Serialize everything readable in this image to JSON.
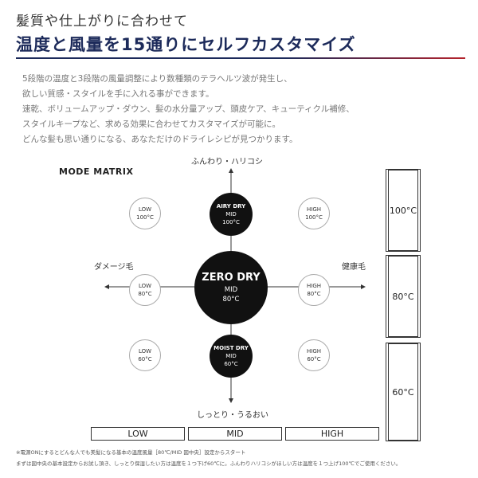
{
  "header": {
    "subtitle": "髪質や仕上がりに合わせて",
    "title": "温度と風量を15通りにセルフカスタマイズ"
  },
  "description": [
    "5段階の温度と3段階の風量調整により数種類のテラヘルツ波が発生し、",
    "欲しい質感・スタイルを手に入れる事ができます。",
    "速乾、ボリュームアップ・ダウン、髪の水分量アップ、頭皮ケア、キューティクル補修、",
    "スタイルキープなど、求める効果に合わせてカスタマイズが可能に。",
    "どんな髪も思い通りになる、あなただけのドライレシピが見つかります。"
  ],
  "matrix": {
    "label": "MODE MATRIX",
    "axis_top": "ふんわり・ハリコシ",
    "axis_bottom": "しっとり・うるおい",
    "axis_left": "ダメージ毛",
    "axis_right": "健康毛",
    "center": {
      "title": "ZERO DRY",
      "line1": "MID",
      "line2": "80°C"
    },
    "top": {
      "title": "AIRY DRY",
      "line1": "MID",
      "line2": "100°C"
    },
    "bottom": {
      "title": "MOIST DRY",
      "line1": "MID",
      "line2": "60°C"
    },
    "top_left": {
      "line1": "LOW",
      "line2": "100°C"
    },
    "top_right": {
      "line1": "HIGH",
      "line2": "100°C"
    },
    "mid_left": {
      "line1": "LOW",
      "line2": "80°C"
    },
    "mid_right": {
      "line1": "HIGH",
      "line2": "80°C"
    },
    "bottom_left": {
      "line1": "LOW",
      "line2": "60°C"
    },
    "bottom_right": {
      "line1": "HIGH",
      "line2": "60°C"
    }
  },
  "temperatures": [
    "100°C",
    "80°C",
    "60°C"
  ],
  "airflow": [
    "LOW",
    "MID",
    "HIGH"
  ],
  "notes": [
    "※電源ONにするとどんな人でも美髪になる基本の温度風量［80℃/MID 図中央］設定からスタート",
    "まずは図中央の基本設定からお試し頂き、しっとり保湿したい方は温度を１つ下げ60℃に。ふんわりハリコシがほしい方は温度を１つ上げ100℃でご使用ください。"
  ]
}
